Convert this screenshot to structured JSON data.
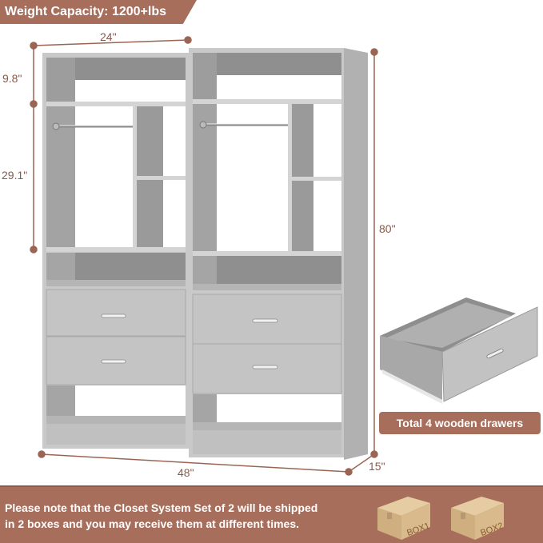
{
  "banner": {
    "weight_capacity": "Weight Capacity: 1200+lbs"
  },
  "dimensions": {
    "unit_width": "24\"",
    "top_section_height": "9.8\"",
    "hanging_section_height": "29.1\"",
    "total_height": "80\"",
    "total_width": "48\"",
    "depth": "15\""
  },
  "drawer_callout": {
    "caption": "Total 4 wooden drawers"
  },
  "footer": {
    "line1": "Please note that the Closet System Set of 2 will be shipped",
    "line2": "in 2 boxes and you may receive them at different times.",
    "boxes": [
      {
        "label": "BOX1"
      },
      {
        "label": "BOX2"
      }
    ]
  },
  "colors": {
    "accent": "#a86e5c",
    "dimension_line": "#9a6554",
    "cabinet_light": "#c9c9c9",
    "cabinet_mid": "#a8a8a8",
    "cabinet_dark": "#8f8f8f",
    "cardboard": "#d8b88a"
  }
}
